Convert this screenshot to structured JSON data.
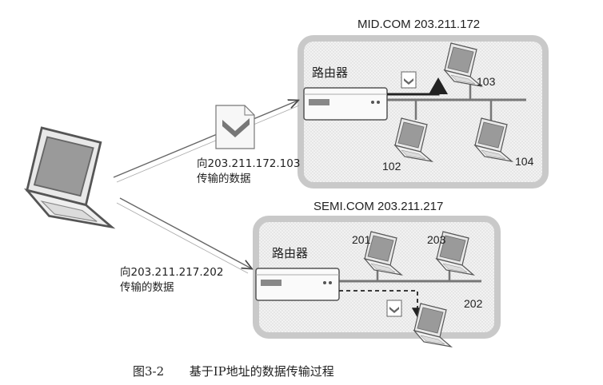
{
  "networks": {
    "mid": {
      "title": "MID.COM 203.211.172",
      "router_label": "路由器",
      "hosts": [
        "103",
        "102",
        "104"
      ]
    },
    "semi": {
      "title": "SEMI.COM 203.211.217",
      "router_label": "路由器",
      "hosts": [
        "201",
        "203",
        "202"
      ]
    }
  },
  "packets": {
    "to_mid": {
      "line1": "向203.211.172.103",
      "line2": "传输的数据"
    },
    "to_semi": {
      "line1": "向203.211.217.202",
      "line2": "传输的数据"
    }
  },
  "caption": {
    "figure": "图3-2",
    "text": "基于IP地址的数据传输过程"
  }
}
